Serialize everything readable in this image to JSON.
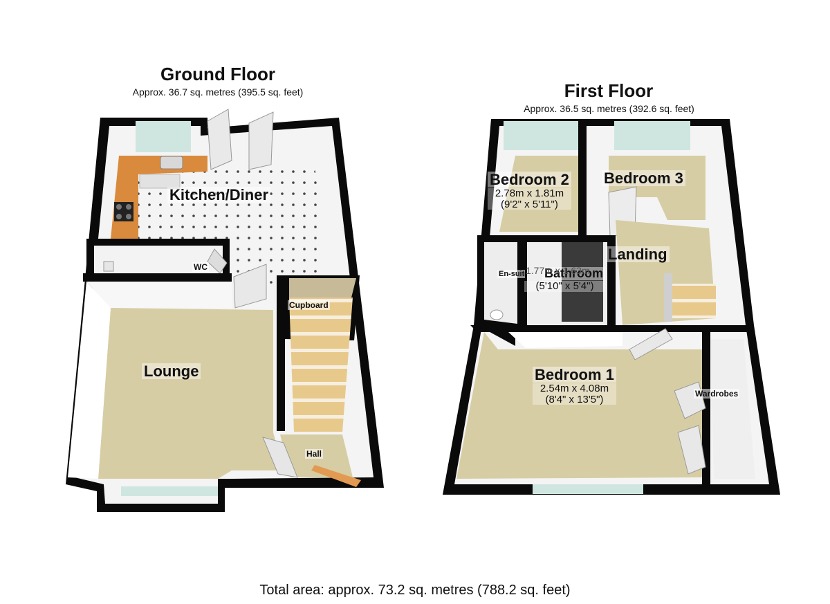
{
  "ground_floor": {
    "title": "Ground Floor",
    "area": "Approx. 36.7 sq. metres (395.5 sq. feet)",
    "rooms": {
      "kitchen": "Kitchen/Diner",
      "wc": "WC",
      "lounge": "Lounge",
      "cupboard": "Cupboard",
      "hall": "Hall"
    }
  },
  "first_floor": {
    "title": "First Floor",
    "area": "Approx. 36.5 sq. metres (392.6 sq. feet)",
    "rooms": {
      "bedroom2": {
        "name": "Bedroom 2",
        "dim_m": "2.78m x 1.81m",
        "dim_ft": "(9'2\" x 5'11\")"
      },
      "bedroom3": {
        "name": "Bedroom 3"
      },
      "landing": {
        "name": "Landing"
      },
      "ensuite": {
        "name": "En-suite"
      },
      "bathroom": {
        "name": "Bathroom",
        "dim_m": "1.77m x 1.63m",
        "dim_ft": "(5'10\" x 5'4\")"
      },
      "bedroom1": {
        "name": "Bedroom 1",
        "dim_m": "2.54m x 4.08m",
        "dim_ft": "(8'4\" x 13'5\")"
      },
      "wardrobes": {
        "name": "Wardrobes"
      }
    }
  },
  "total": "Total area: approx. 73.2 sq. metres (788.2 sq. feet)",
  "colors": {
    "wall": "#0a0a0a",
    "wall_face": "#f4f4f4",
    "carpet": "#d7cda4",
    "tile": "#f2f2f2",
    "worktop": "#d98a3c",
    "stairs": "#e6c98e",
    "window": "#cfe6e0"
  }
}
